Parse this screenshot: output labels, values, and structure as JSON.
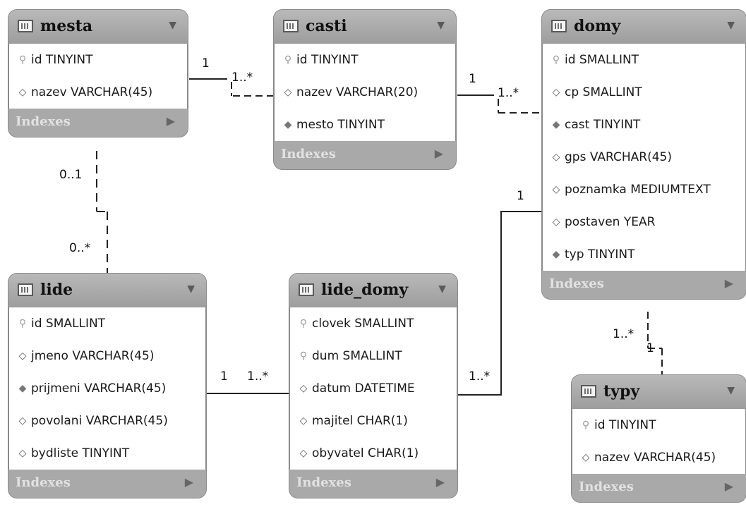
{
  "tables": {
    "mesta": {
      "name": "mesta",
      "columns": [
        {
          "icon": "key",
          "text": "id TINYINT"
        },
        {
          "icon": "diamond",
          "text": "nazev VARCHAR(45)"
        }
      ],
      "indexes": "Indexes"
    },
    "casti": {
      "name": "casti",
      "columns": [
        {
          "icon": "key",
          "text": "id TINYINT"
        },
        {
          "icon": "diamond",
          "text": "nazev VARCHAR(20)"
        },
        {
          "icon": "filled-diamond",
          "text": "mesto TINYINT"
        }
      ],
      "indexes": "Indexes"
    },
    "domy": {
      "name": "domy",
      "columns": [
        {
          "icon": "key",
          "text": "id SMALLINT"
        },
        {
          "icon": "diamond",
          "text": "cp SMALLINT"
        },
        {
          "icon": "filled-diamond",
          "text": "cast TINYINT"
        },
        {
          "icon": "diamond",
          "text": "gps VARCHAR(45)"
        },
        {
          "icon": "diamond",
          "text": "poznamka MEDIUMTEXT"
        },
        {
          "icon": "diamond",
          "text": "postaven YEAR"
        },
        {
          "icon": "filled-diamond",
          "text": "typ TINYINT"
        }
      ],
      "indexes": "Indexes"
    },
    "lide": {
      "name": "lide",
      "columns": [
        {
          "icon": "key",
          "text": "id SMALLINT"
        },
        {
          "icon": "diamond",
          "text": "jmeno VARCHAR(45)"
        },
        {
          "icon": "filled-diamond",
          "text": "prijmeni VARCHAR(45)"
        },
        {
          "icon": "diamond",
          "text": "povolani VARCHAR(45)"
        },
        {
          "icon": "diamond",
          "text": "bydliste TINYINT"
        }
      ],
      "indexes": "Indexes"
    },
    "lide_domy": {
      "name": "lide_domy",
      "columns": [
        {
          "icon": "key",
          "text": "clovek SMALLINT"
        },
        {
          "icon": "key",
          "text": "dum SMALLINT"
        },
        {
          "icon": "diamond",
          "text": "datum DATETIME"
        },
        {
          "icon": "diamond",
          "text": "majitel CHAR(1)"
        },
        {
          "icon": "diamond",
          "text": "obyvatel CHAR(1)"
        }
      ],
      "indexes": "Indexes"
    },
    "typy": {
      "name": "typy",
      "columns": [
        {
          "icon": "key",
          "text": "id TINYINT"
        },
        {
          "icon": "diamond",
          "text": "nazev VARCHAR(45)"
        }
      ],
      "indexes": "Indexes"
    }
  },
  "cardinalities": {
    "mesta_casti_one": "1",
    "mesta_casti_many": "1..*",
    "casti_domy_one": "1",
    "casti_domy_many": "1..*",
    "mesta_lide_one": "0..1",
    "mesta_lide_many": "0..*",
    "lide_lidedomy_one": "1",
    "lide_lidedomy_many": "1..*",
    "domy_lidedomy_one": "1",
    "domy_lidedomy_many": "1..*",
    "domy_typy_many": "1..*",
    "domy_typy_one": "1"
  }
}
